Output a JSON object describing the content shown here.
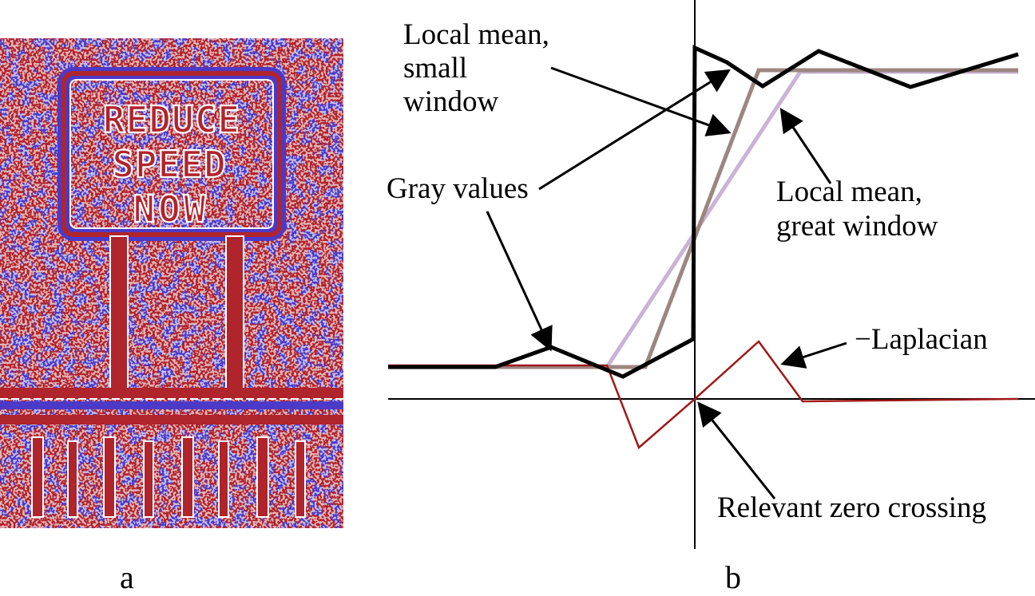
{
  "panel_a": {
    "label": "a",
    "image_description_icon": "edge-map-image",
    "colors": {
      "red": "#b0242c",
      "blue": "#4b3ac8",
      "white": "#ffffff"
    }
  },
  "panel_b": {
    "label": "b",
    "labels": {
      "local_mean_small_1": "Local mean,",
      "local_mean_small_2": "small",
      "local_mean_small_3": "window",
      "gray_values": "Gray values",
      "local_mean_great_1": "Local mean,",
      "local_mean_great_2": "great window",
      "laplacian": "−Laplacian",
      "zero_crossing": "Relevant zero crossing"
    },
    "colors": {
      "gray_values": "#000000",
      "local_mean_small": "#9c8680",
      "local_mean_great": "#c9b3d6",
      "laplacian": "#a01818",
      "axes": "#000000"
    }
  }
}
